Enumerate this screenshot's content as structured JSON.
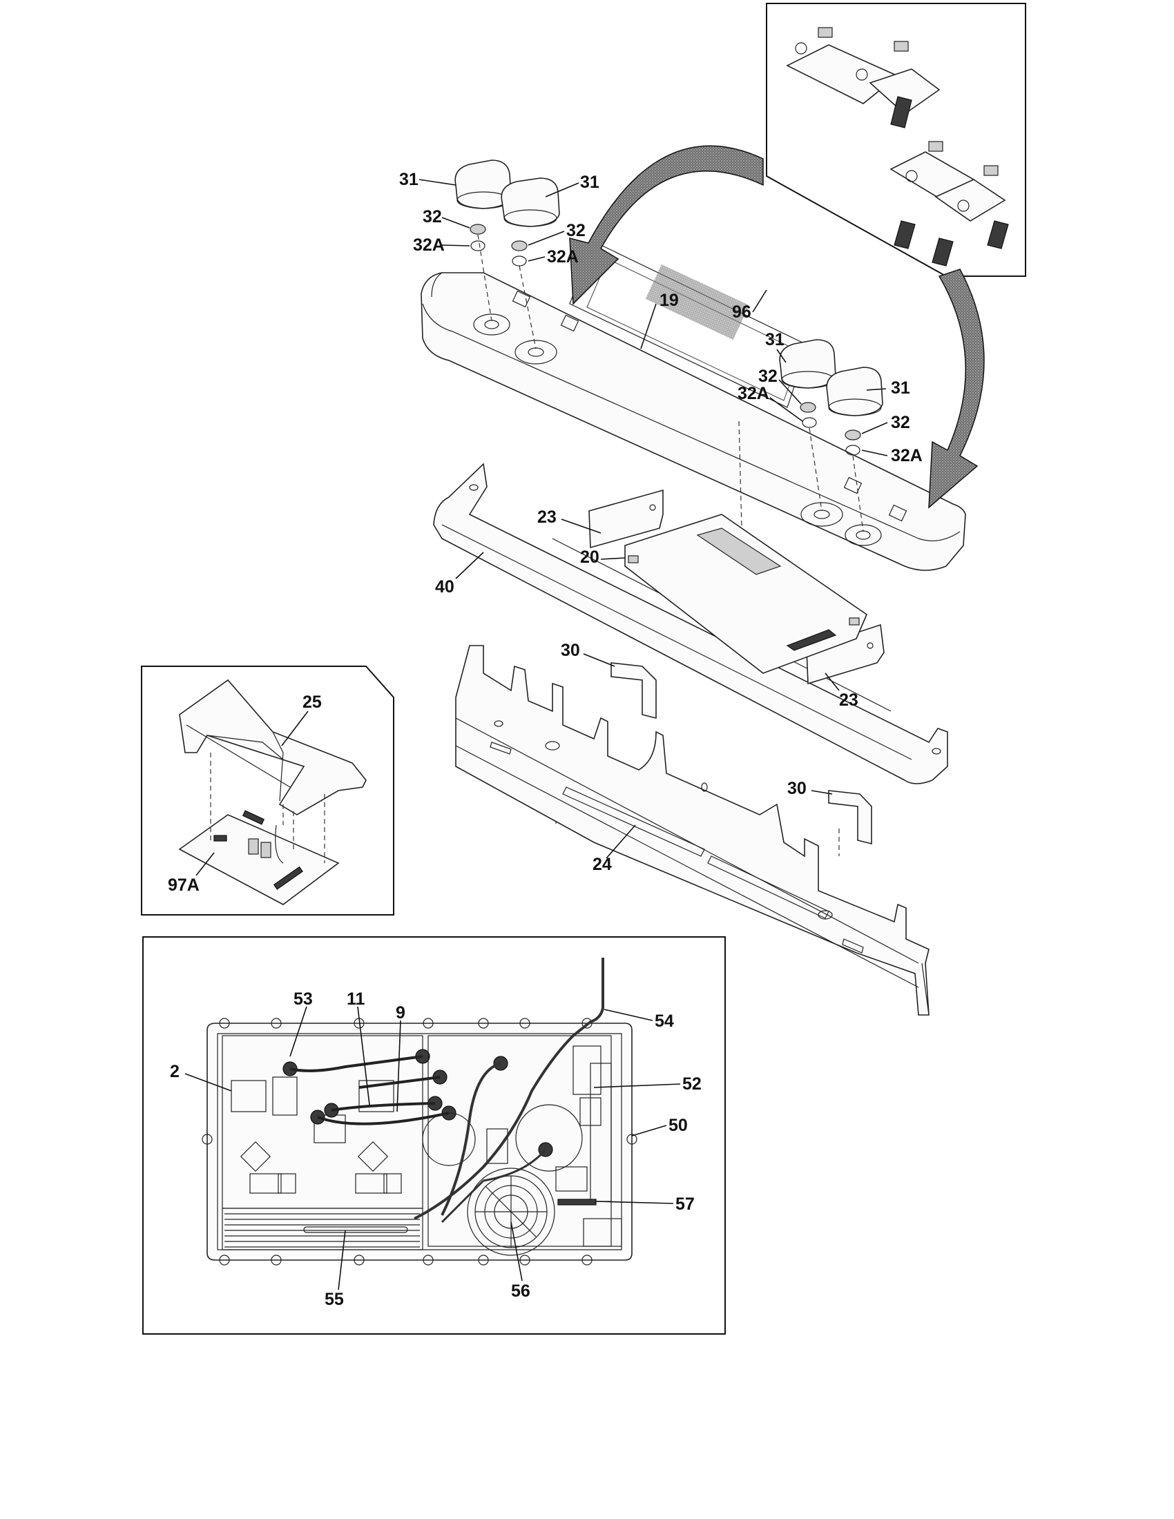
{
  "callouts": {
    "c31a": "31",
    "c31b": "31",
    "c31c": "31",
    "c31d": "31",
    "c32a": "32",
    "c32b": "32",
    "c32c": "32",
    "c32d": "32",
    "c32Aa": "32A",
    "c32Ab": "32A",
    "c32Ac": "32A",
    "c32Ad": "32A",
    "c19": "19",
    "c96": "96",
    "c23a": "23",
    "c23b": "23",
    "c20": "20",
    "c40": "40",
    "c30a": "30",
    "c30b": "30",
    "c24": "24",
    "c25": "25",
    "c97A": "97A",
    "c53": "53",
    "c11": "11",
    "c9": "9",
    "c54": "54",
    "c2": "2",
    "c52": "52",
    "c50": "50",
    "c57": "57",
    "c55": "55",
    "c56": "56"
  }
}
